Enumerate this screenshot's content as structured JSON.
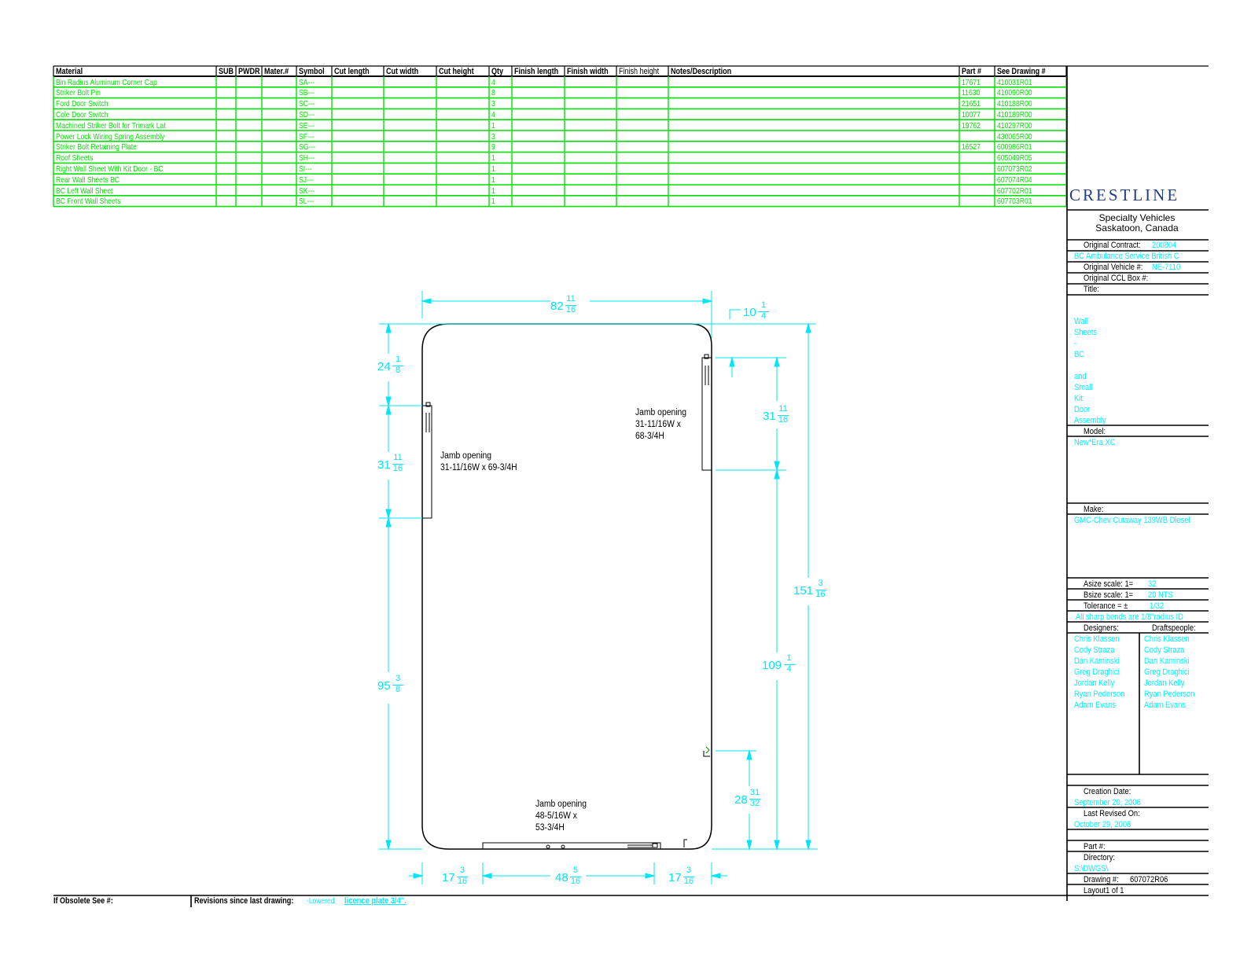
{
  "table": {
    "headers": [
      "Material",
      "SUB",
      "PWDR",
      "Mater.#",
      "Symbol",
      "Cut length",
      "Cut width",
      "Cut height",
      "Qty",
      "Finish length",
      "Finish width",
      "Finish height",
      "Notes/Description",
      "Part #",
      "See Drawing #"
    ],
    "rows": [
      {
        "material": "Bin Radius Aluminum Corner Cap",
        "symbol": "SA---",
        "qty": "4",
        "part": "17671",
        "drawing": "410031R01"
      },
      {
        "material": "Striker Bolt Pin",
        "symbol": "SB---",
        "qty": "8",
        "part": "11630",
        "drawing": "410090R00"
      },
      {
        "material": "Ford Door Switch",
        "symbol": "SC---",
        "qty": "3",
        "part": "21651",
        "drawing": "410188R00"
      },
      {
        "material": "Cole Door Switch",
        "symbol": "SD---",
        "qty": "4",
        "part": "10077",
        "drawing": "410189R00"
      },
      {
        "material": "Machined Striker Bolt for Trimark Lat",
        "symbol": "SE---",
        "qty": "1",
        "part": "19762",
        "drawing": "410297R00"
      },
      {
        "material": "Power Lock Wiring Spring Assembly",
        "symbol": "SF---",
        "qty": "3",
        "part": "",
        "drawing": "430065R00"
      },
      {
        "material": "Striker Bolt Retaining Plate",
        "symbol": "SG---",
        "qty": "9",
        "part": "16527",
        "drawing": "600986R01"
      },
      {
        "material": "Roof Sheets",
        "symbol": "SH---",
        "qty": "1",
        "part": "",
        "drawing": "605049R05"
      },
      {
        "material": "Right Wall Sheet With Kit Door - BC",
        "symbol": "SI---",
        "qty": "1",
        "part": "",
        "drawing": "607073R02"
      },
      {
        "material": "Rear Wall Sheets BC",
        "symbol": "SJ---",
        "qty": "1",
        "part": "",
        "drawing": "607074R04"
      },
      {
        "material": "BC Left Wall Sheet",
        "symbol": "SK---",
        "qty": "1",
        "part": "",
        "drawing": "607702R01"
      },
      {
        "material": "BC Front Wall Sheets",
        "symbol": "SL---",
        "qty": "1",
        "part": "",
        "drawing": "607703R01"
      }
    ]
  },
  "title_block": {
    "logo": "CRESTLINE",
    "company": "Specialty Vehicles",
    "location": "Saskatoon, Canada",
    "original_contract_label": "Original Contract:",
    "original_contract_value": "200804",
    "customer": "BC Ambulance Service British C",
    "original_vehicle_label": "Original Vehicle #:",
    "original_vehicle_value": "NE-7110",
    "original_ccl_label": "Original CCL Box #:",
    "title_label": "Title:",
    "title_lines": [
      "Wall",
      "Sheets",
      "-",
      "BC",
      "",
      "and",
      "Small",
      "Kit",
      "Door",
      "Assembly"
    ],
    "model_label": "Model:",
    "model_value": "New*Era XC",
    "make_label": "Make:",
    "make_value": "GMC-Chev Cutaway 139WB Diesel",
    "asize_label": "Asize scale:  1=",
    "asize_value": "32",
    "bsize_label": "Bsize scale:  1=",
    "bsize_value": "20 NTS",
    "tolerance_label": "Tolerance = ±",
    "tolerance_value": "1/32",
    "bends_note": "All sharp bends are 1/8\"radius ID",
    "designers_label": "Designers:",
    "draftspeople_label": "Draftspeople:",
    "designers": [
      "Chris Klassen",
      "Cody Straza",
      "Dan Kaminski",
      "Greg Draghici",
      "Jordan Kelly",
      "Ryan Pederson",
      "Adam Evans"
    ],
    "draftspeople": [
      "Chris Klassen",
      "Cody Straza",
      "Dan Kaminski",
      "Greg Draghici",
      "Jordan Kelly",
      "Ryan Pederson",
      "Adam Evans"
    ],
    "creation_date_label": "Creation Date:",
    "creation_date_value": "September 20, 2006",
    "last_revised_label": "Last Revised On:",
    "last_revised_value": "October 29, 2008",
    "part_label": "Part #:",
    "directory_label": "Directory:",
    "directory_value": "S:\\DWGS\\",
    "drawing_label": "Drawing #:",
    "drawing_value": "607072R06",
    "layout_label": "Layout1  of 1"
  },
  "footer": {
    "obsolete_label": "If Obsolete See #:",
    "revisions_label": "Revisions since last drawing:",
    "revisions_pre": "-Lowered",
    "revisions_value": "licence plate 3/4\"."
  },
  "drawing": {
    "dim_top_width": {
      "whole": "82",
      "num": "11",
      "den": "16"
    },
    "dim_top_right": {
      "whole": "10",
      "num": "1",
      "den": "4"
    },
    "dim_left_top": {
      "whole": "24",
      "num": "1",
      "den": "8"
    },
    "dim_left_mid": {
      "whole": "31",
      "num": "11",
      "den": "16"
    },
    "dim_left_bottom": {
      "whole": "95",
      "num": "3",
      "den": "8"
    },
    "dim_right_upper": {
      "whole": "31",
      "num": "11",
      "den": "16"
    },
    "dim_right_total": {
      "whole": "151",
      "num": "3",
      "den": "16"
    },
    "dim_right_mid": {
      "whole": "109",
      "num": "1",
      "den": "4"
    },
    "dim_right_low": {
      "whole": "28",
      "num": "31",
      "den": "32"
    },
    "dim_bottom_left": {
      "whole": "17",
      "num": "3",
      "den": "16"
    },
    "dim_bottom_mid": {
      "whole": "48",
      "num": "5",
      "den": "16"
    },
    "dim_bottom_right": {
      "whole": "17",
      "num": "3",
      "den": "16"
    },
    "note_left": "Jamb opening\n31-11/16W x 69-3/4H",
    "note_right": "Jamb opening\n31-11/16W x\n68-3/4H",
    "note_bottom": "Jamb opening\n48-5/16W x\n53-3/4H"
  },
  "colors": {
    "green": "#00e000",
    "cyan": "#00f0ff",
    "dim": "#00e6f6",
    "logo": "#1f3d8f"
  }
}
